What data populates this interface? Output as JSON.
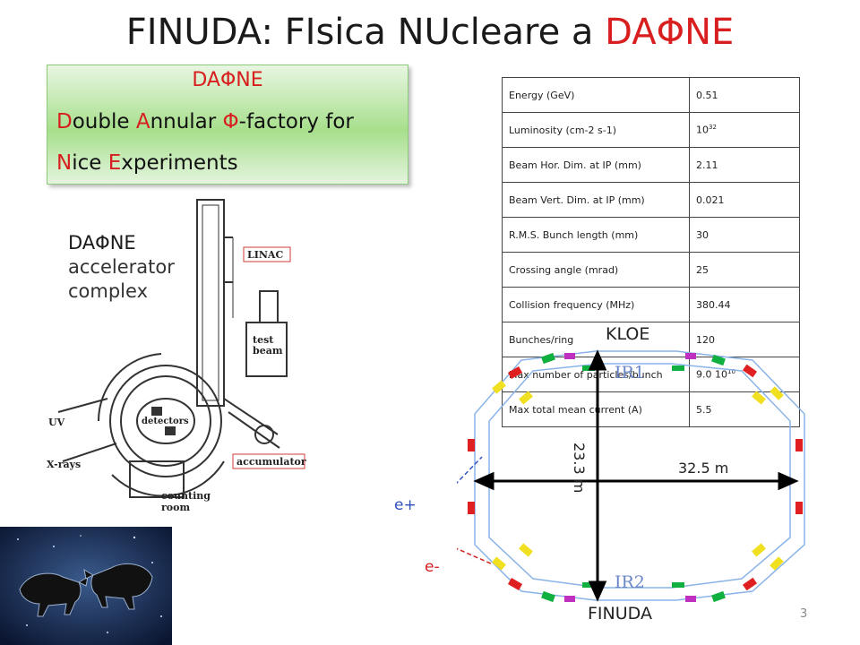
{
  "title": {
    "prefix": "FINUDA: FIsica NUcleare a ",
    "dafne": "DAΦNE"
  },
  "box": {
    "title": "DAΦNE",
    "line1": [
      {
        "t": "D",
        "c": "red"
      },
      {
        "t": "ouble ",
        "c": "plain"
      },
      {
        "t": "A",
        "c": "red"
      },
      {
        "t": "nnular ",
        "c": "plain"
      },
      {
        "t": "Φ",
        "c": "red"
      },
      {
        "t": "-factory for",
        "c": "plain"
      }
    ],
    "line2": [
      {
        "t": "N",
        "c": "red"
      },
      {
        "t": "ice ",
        "c": "plain"
      },
      {
        "t": "E",
        "c": "red"
      },
      {
        "t": "xperiments",
        "c": "plain"
      }
    ]
  },
  "accelerator": {
    "line1": "DAΦNE",
    "line2": "accelerator",
    "line3": "complex"
  },
  "schematic_labels": {
    "linac": "LINAC",
    "test_beam": "test\nbeam",
    "uv": "UV",
    "detectors": "detectors",
    "x_rays": "X-rays",
    "accumulator": "accumulator",
    "counting_room": "counting\nroom"
  },
  "table": [
    {
      "k": "Energy (GeV)",
      "v": "0.51"
    },
    {
      "k": "Luminosity (cm-2 s-1)",
      "v": "10",
      "sup": "32"
    },
    {
      "k": "Beam Hor. Dim. at IP (mm)",
      "v": "2.11"
    },
    {
      "k": "Beam Vert. Dim. at IP (mm)",
      "v": "0.021"
    },
    {
      "k": "R.M.S. Bunch length (mm)",
      "v": "30"
    },
    {
      "k": "Crossing angle (mrad)",
      "v": "25"
    },
    {
      "k": "Collision frequency (MHz)",
      "v": "380.44"
    },
    {
      "k": "Bunches/ring",
      "v": "120"
    },
    {
      "k": "Max number of particles/bunch",
      "v": "9.0 10",
      "sup": "10"
    },
    {
      "k": "Max total mean current (A)",
      "v": "5.5"
    }
  ],
  "ring": {
    "kloe": "KLOE",
    "finuda": "FINUDA",
    "ir1": "IR1",
    "ir2": "IR2",
    "vertical_dim": "23.3 m",
    "horizontal_dim": "32.5 m",
    "e_plus": "e+",
    "e_minus": "e-"
  },
  "page_number": "3",
  "colors": {
    "accent_red": "#d81e1e",
    "accent_blue": "#1c3f91",
    "box_green": "#a7df8c"
  }
}
